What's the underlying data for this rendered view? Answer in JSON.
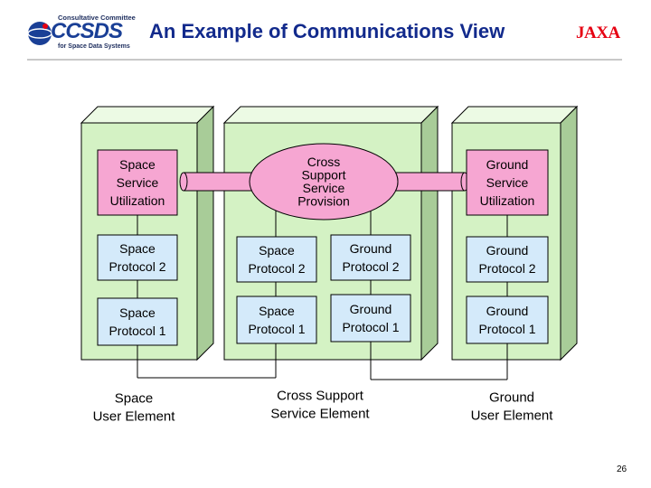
{
  "header": {
    "logo_lines": [
      "Consultative Committee",
      "CCSDS",
      "for Space Data Systems"
    ],
    "title": "An Example of Communications View",
    "agency": "JAXA"
  },
  "diagram": {
    "elements": [
      {
        "label": [
          "Space",
          "User Element"
        ],
        "cells": [
          {
            "text": [
              "Space",
              "Service",
              "Utilization"
            ],
            "kind": "service"
          },
          {
            "text": [
              "Space",
              "Protocol 2"
            ],
            "kind": "protocol"
          },
          {
            "text": [
              "Space",
              "Protocol 1"
            ],
            "kind": "protocol"
          }
        ]
      },
      {
        "label": [
          "Cross Support",
          "Service Element"
        ],
        "cells": [
          {
            "text": [
              "Cross",
              "Support",
              "Service",
              "Provision"
            ],
            "kind": "service"
          },
          {
            "text": [
              "Space",
              "Protocol 2"
            ],
            "kind": "protocol"
          },
          {
            "text": [
              "Ground",
              "Protocol 2"
            ],
            "kind": "protocol"
          },
          {
            "text": [
              "Space",
              "Protocol 1"
            ],
            "kind": "protocol"
          },
          {
            "text": [
              "Ground",
              "Protocol 1"
            ],
            "kind": "protocol"
          }
        ]
      },
      {
        "label": [
          "Ground",
          "User Element"
        ],
        "cells": [
          {
            "text": [
              "Ground",
              "Service",
              "Utilization"
            ],
            "kind": "service"
          },
          {
            "text": [
              "Ground",
              "Protocol 2"
            ],
            "kind": "protocol"
          },
          {
            "text": [
              "Ground",
              "Protocol 1"
            ],
            "kind": "protocol"
          }
        ]
      }
    ],
    "colors": {
      "element_front": "#d4f2c4",
      "element_top": "#ecfae4",
      "element_side": "#a8cc98",
      "service": "#f6a6d2",
      "protocol": "#d4eafa",
      "border": "#000000",
      "title": "#122a8c",
      "agency": "#e60012"
    }
  },
  "footer": {
    "page_number": "26"
  }
}
